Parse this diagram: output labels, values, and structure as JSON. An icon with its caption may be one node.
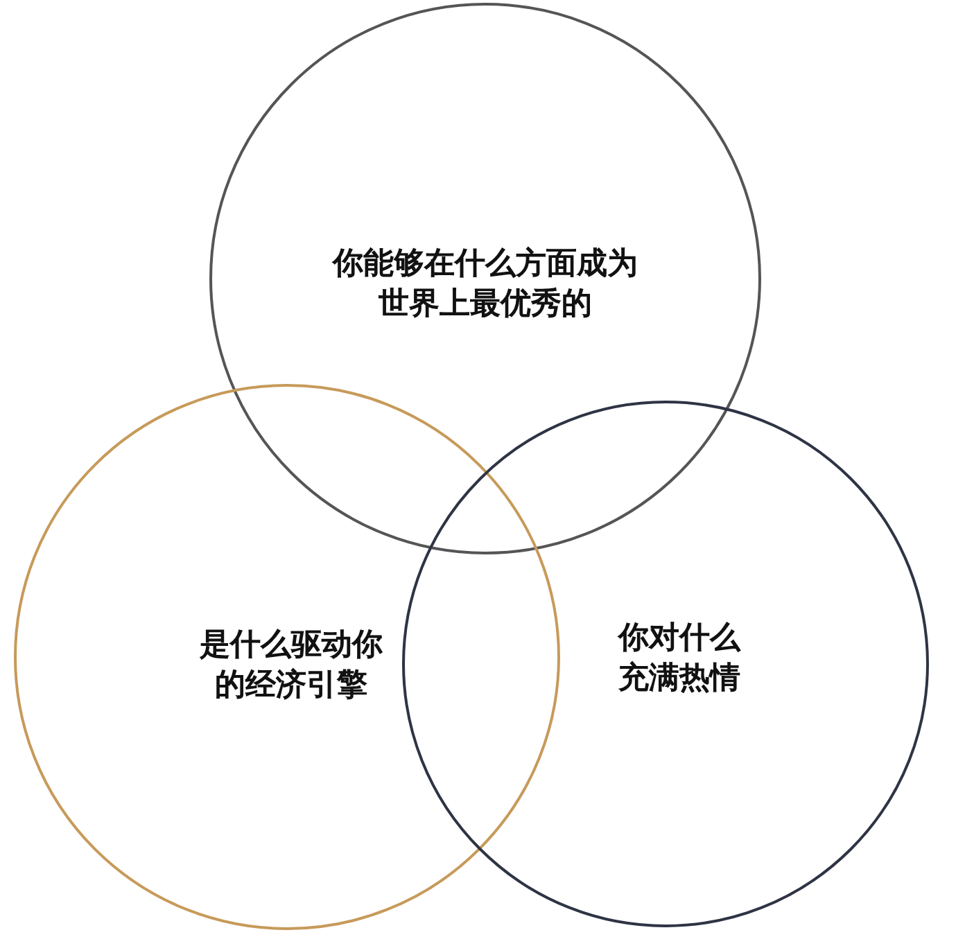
{
  "diagram": {
    "nodes": [
      {
        "text": [
          "你能够在什么方面成为世界上最优秀的"
        ]
      },
      {
        "text": [
          "是什么驱动你的经济引擎"
        ]
      },
      {
        "text": [
          "你对什么充满热情"
        ]
      }
    ]
  }
}
